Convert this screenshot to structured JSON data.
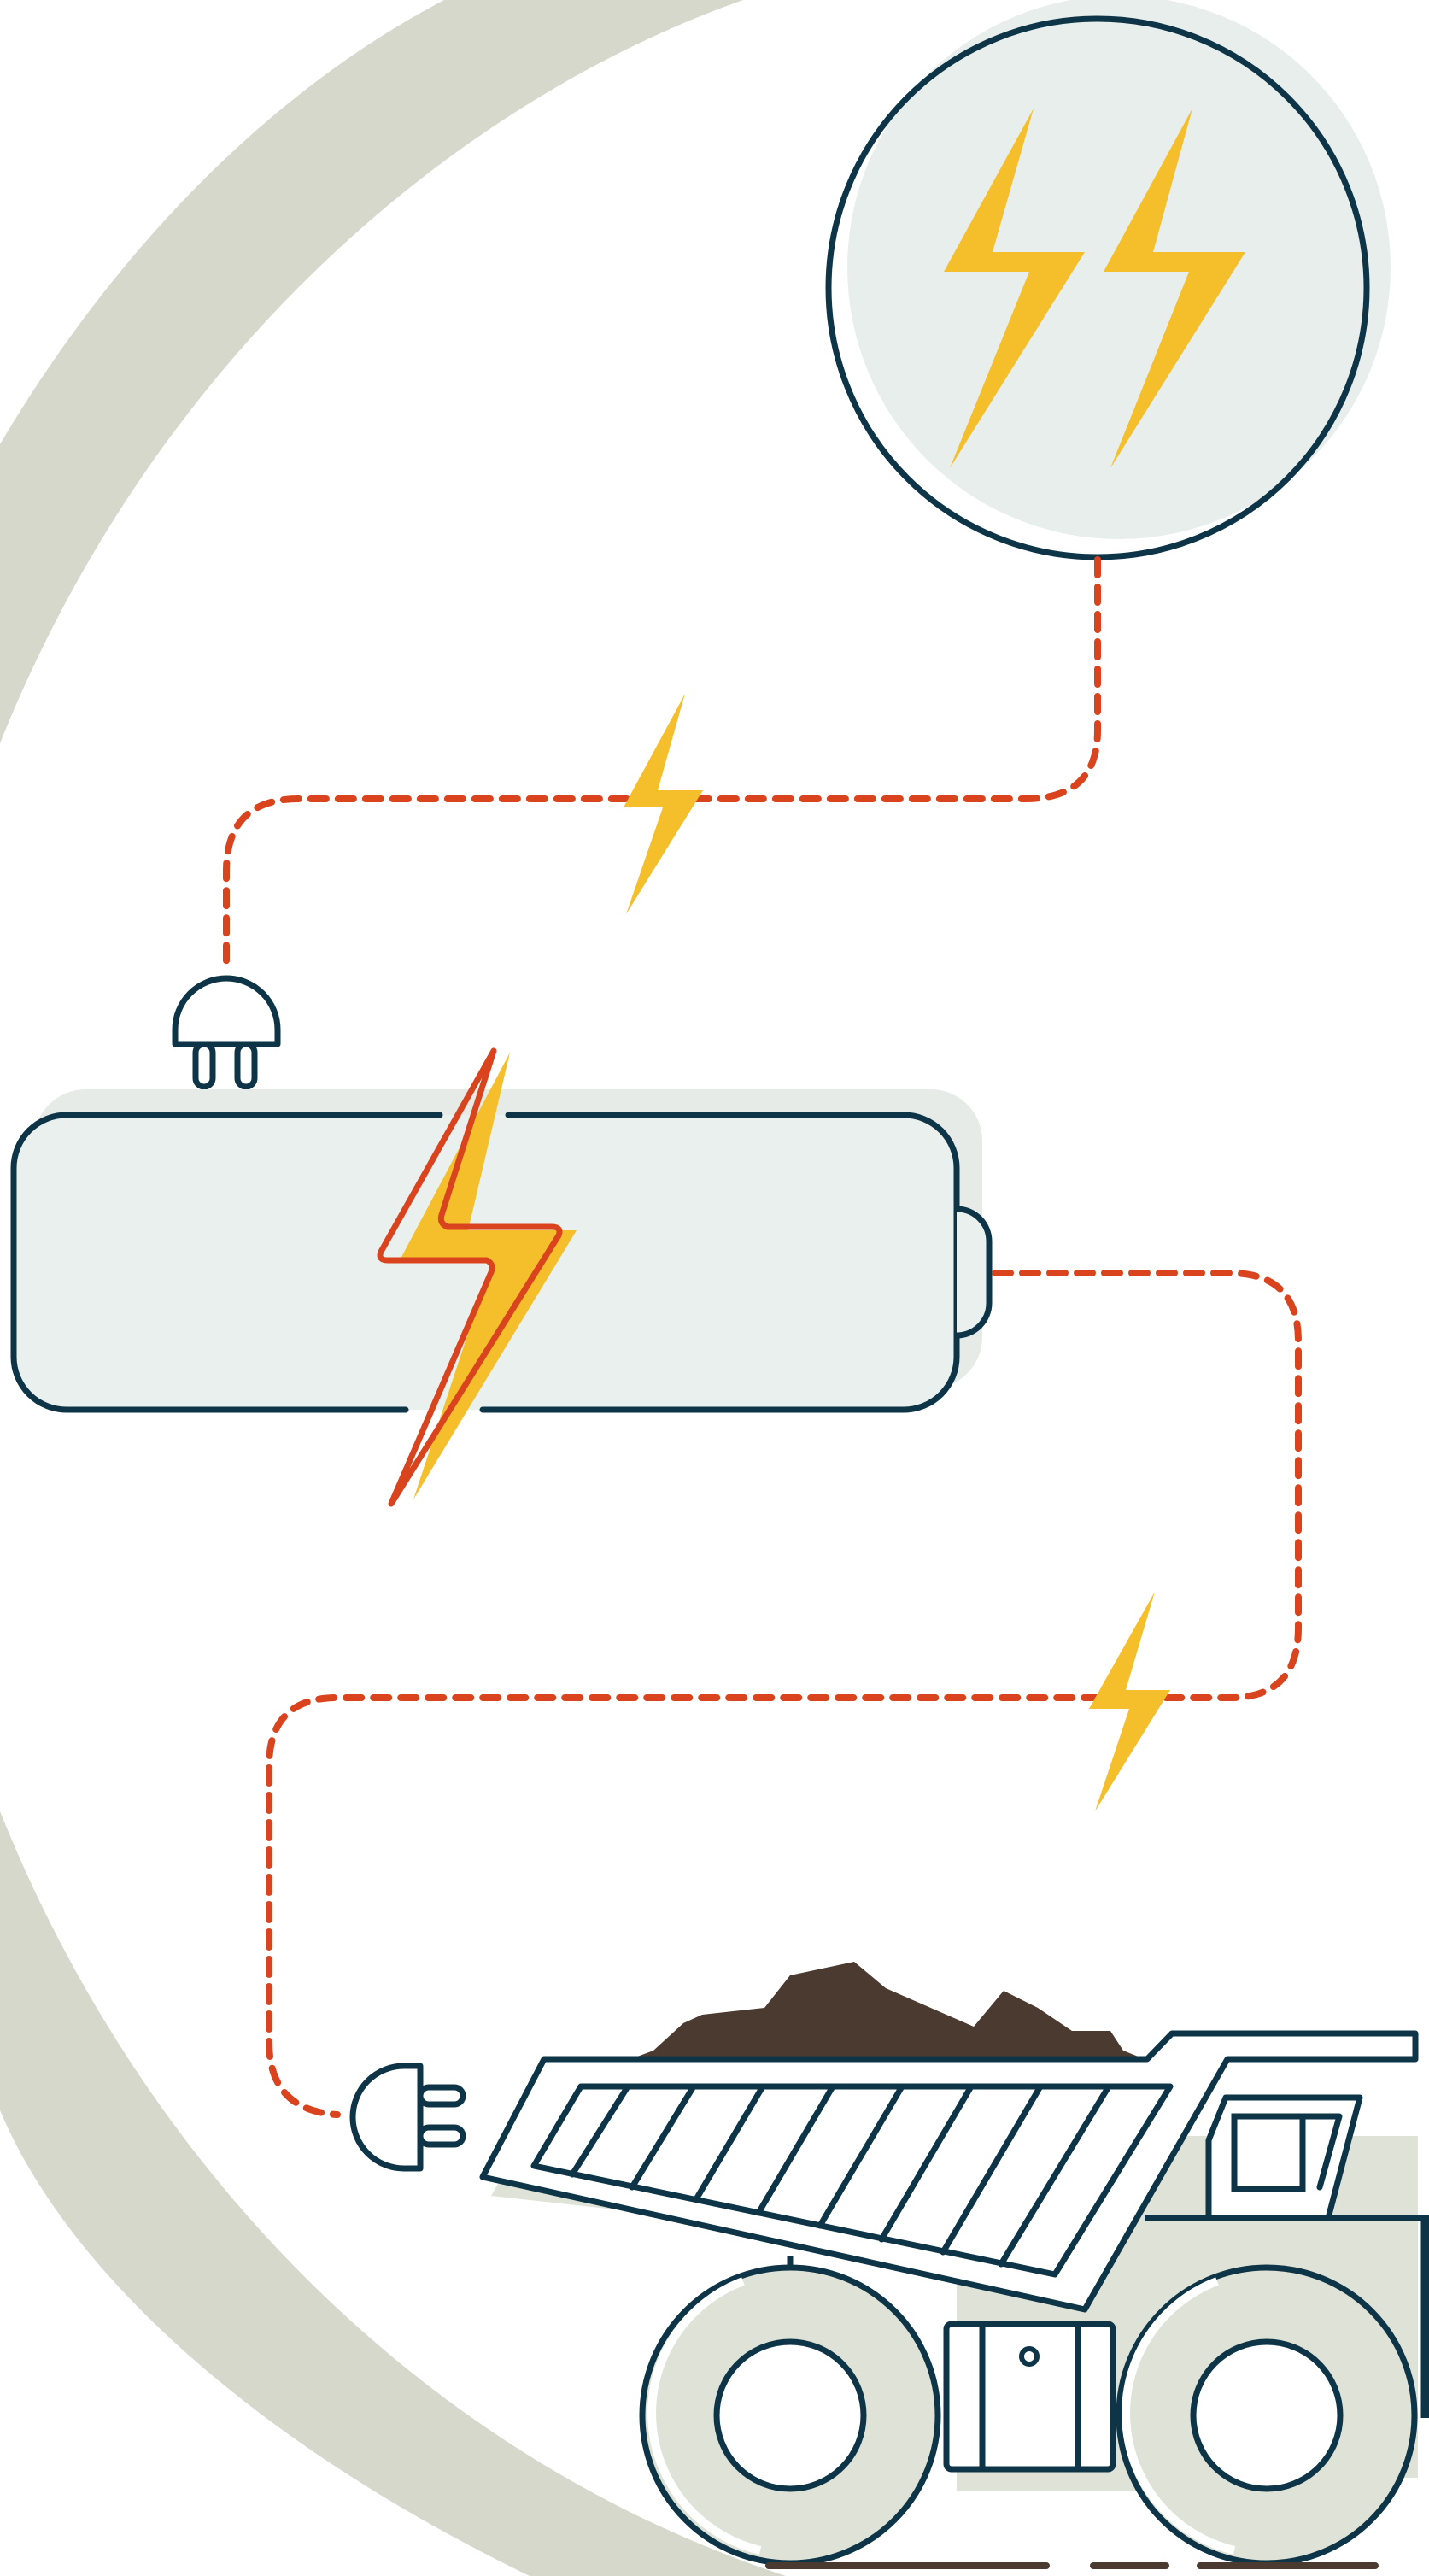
{
  "colors": {
    "background": "#ffffff",
    "arc": "#d5d8cb",
    "outline": "#0d3547",
    "bolt_yellow": "#f5be2b",
    "bolt_red": "#d9441f",
    "dashed_line": "#d9441f",
    "panel_fill": "#eaf0ee",
    "panel_shadow": "#e6ebe8",
    "ore": "#4a3a2f",
    "truck_shadow": "#dfe2d6",
    "ground": "#4a3a2f"
  },
  "icons": {
    "power_source": "double-lightning-bolt-icon",
    "connector_plug": "plug-icon",
    "battery": "battery-icon",
    "flow_bolt": "lightning-bolt-icon",
    "vehicle": "electric-haul-truck-icon"
  },
  "flow": [
    "power-source",
    "battery",
    "electric-haul-truck"
  ]
}
